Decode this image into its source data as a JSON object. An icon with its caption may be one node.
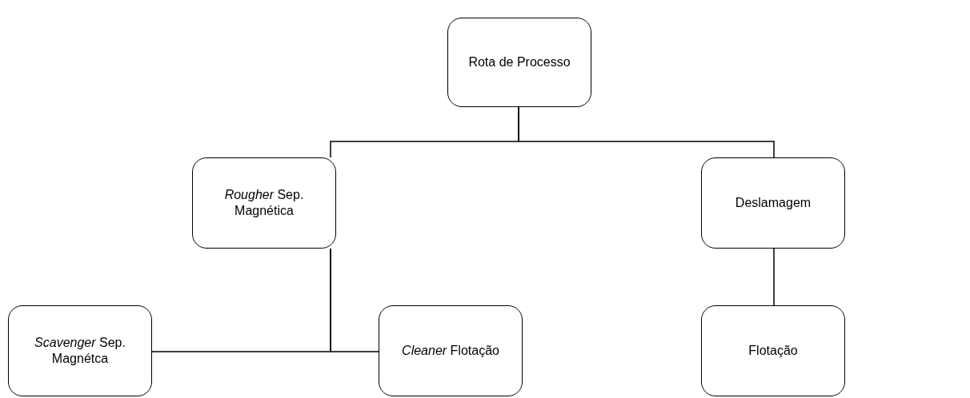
{
  "diagram": {
    "nodes": [
      {
        "text": [
          "Rota de Processo"
        ]
      },
      {
        "text": [
          "*Rougher* Sep. Magnética"
        ]
      },
      {
        "text": [
          "Deslamagem"
        ]
      },
      {
        "text": [
          "*Scavenger* Sep. Magnétca"
        ]
      },
      {
        "text": [
          "*Cleaner* Flotação"
        ]
      },
      {
        "text": [
          "Flotação"
        ]
      }
    ],
    "edges": [
      {
        "from": 0,
        "to": 1,
        "arrow": "none"
      },
      {
        "from": 0,
        "to": 2,
        "arrow": "none"
      },
      {
        "from": 1,
        "to": 3,
        "arrow": "none"
      },
      {
        "from": 1,
        "to": 4,
        "arrow": "none"
      },
      {
        "from": 2,
        "to": 5,
        "arrow": "none"
      }
    ]
  }
}
